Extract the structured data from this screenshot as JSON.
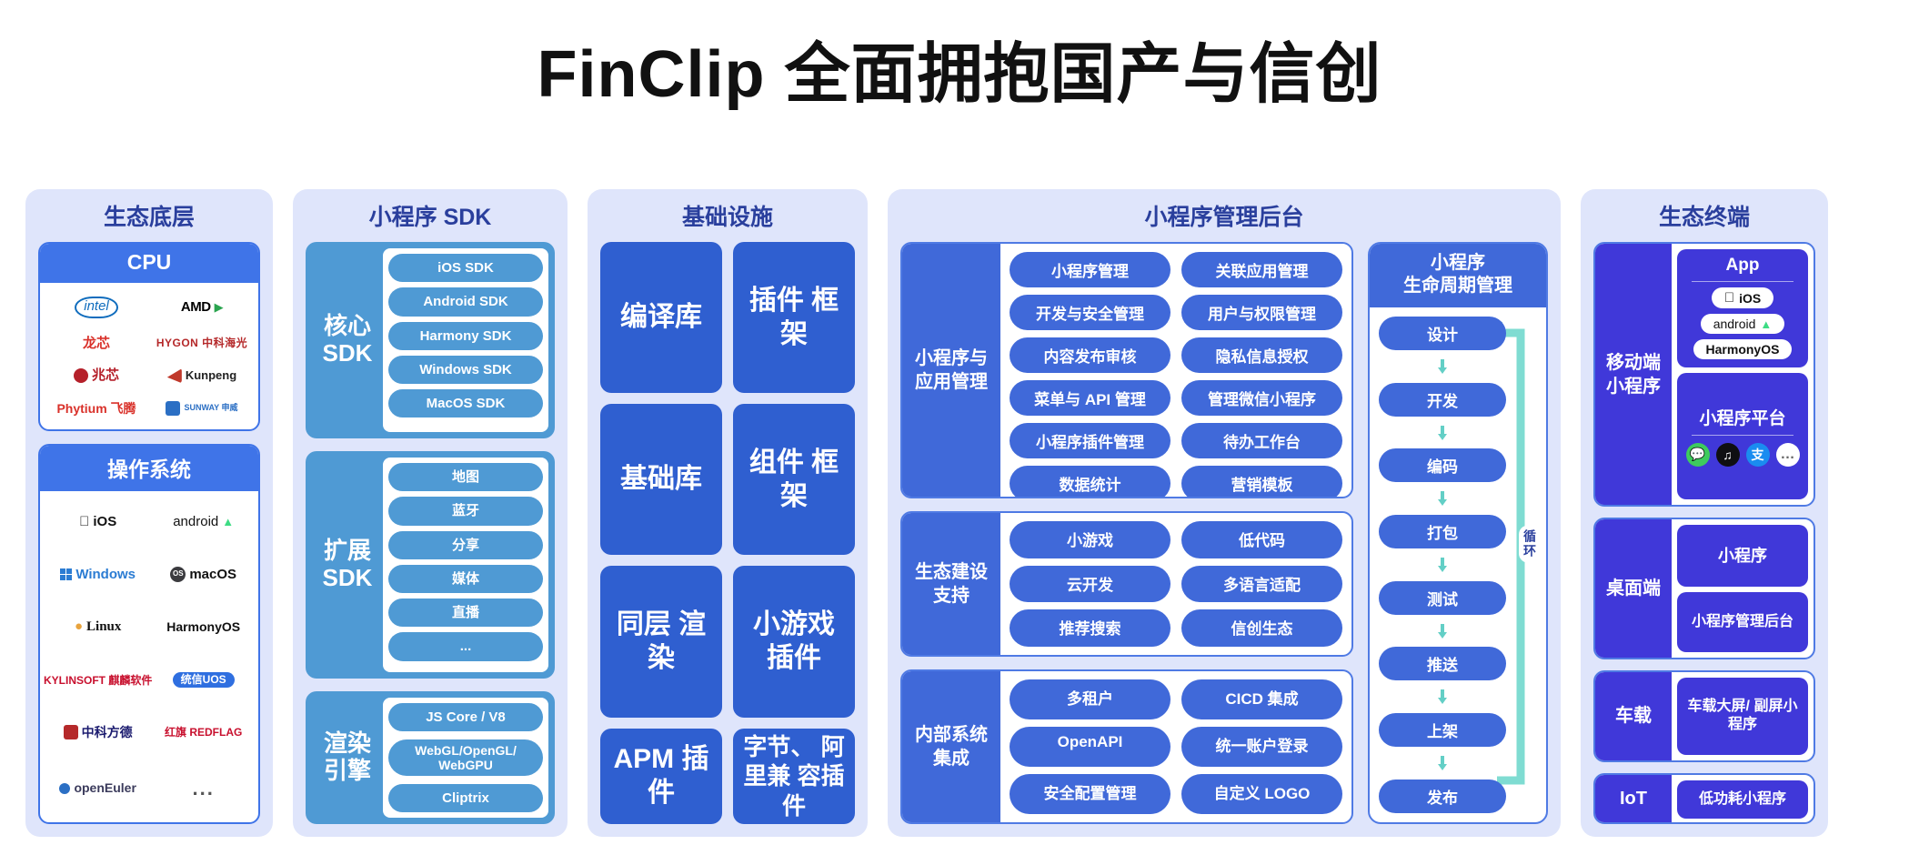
{
  "title": "FinClip 全面拥抱国产与信创",
  "colors": {
    "panel_bg": "#dfe5fb",
    "title_text": "#2a3f9d",
    "blue_primary": "#3f74e8",
    "sdk_blue": "#4f9ad4",
    "infra_blue": "#2f5fd0",
    "admin_blue": "#4069d9",
    "terminal_blue": "#4038d9",
    "arrow_teal": "#63cfc6"
  },
  "columns": {
    "ecosystem_base": {
      "title": "生态底层",
      "cpu": {
        "head": "CPU",
        "logos": [
          "intel",
          "AMD",
          "龙芯",
          "HYGON 中科海光",
          "兆芯",
          "Kunpeng",
          "Phytium 飞腾",
          "SUNWAY 申威"
        ]
      },
      "os": {
        "head": "操作系统",
        "logos": [
          "iOS",
          "android",
          "Windows",
          "macOS",
          "Linux",
          "HarmonyOS",
          "KYLINSOFT 麒麟软件",
          "统信UOS",
          "中科方德",
          "红旗 REDFLAG",
          "openEuler",
          "..."
        ]
      }
    },
    "mini_program_sdk": {
      "title": "小程序 SDK",
      "groups": [
        {
          "label": "核心 SDK",
          "label_lines": [
            "核心",
            "SDK"
          ],
          "items": [
            "iOS SDK",
            "Android SDK",
            "Harmony SDK",
            "Windows SDK",
            "MacOS SDK"
          ]
        },
        {
          "label": "扩展 SDK",
          "label_lines": [
            "扩展",
            "SDK"
          ],
          "items": [
            "地图",
            "蓝牙",
            "分享",
            "媒体",
            "直播",
            "..."
          ]
        },
        {
          "label": "渲染引擎",
          "label_lines": [
            "渲染",
            "引擎"
          ],
          "items": [
            "JS Core / V8",
            "WebGL/OpenGL/ WebGPU",
            "Cliptrix"
          ]
        }
      ]
    },
    "infrastructure": {
      "title": "基础设施",
      "tiles": [
        "编译库",
        "插件 框架",
        "基础库",
        "组件 框架",
        "同层 渲染",
        "小游戏 插件",
        "APM 插件",
        "字节、 阿里兼 容插件"
      ]
    },
    "admin_backend": {
      "title": "小程序管理后台",
      "blocks": [
        {
          "label_lines": [
            "小程序与",
            "应用管理"
          ],
          "items": [
            "小程序管理",
            "关联应用管理",
            "开发与安全管理",
            "用户与权限管理",
            "内容发布审核",
            "隐私信息授权",
            "菜单与 API 管理",
            "管理微信小程序",
            "小程序插件管理",
            "待办工作台",
            "数据统计",
            "营销模板"
          ]
        },
        {
          "label_lines": [
            "生态建设",
            "支持"
          ],
          "items": [
            "小游戏",
            "低代码",
            "云开发",
            "多语言适配",
            "推荐搜索",
            "信创生态"
          ]
        },
        {
          "label_lines": [
            "内部系统",
            "集成"
          ],
          "items": [
            "多租户",
            "CICD 集成",
            "OpenAPI",
            "统一账户登录",
            "安全配置管理",
            "自定义 LOGO"
          ]
        }
      ],
      "lifecycle": {
        "head_lines": [
          "小程序",
          "生命周期管理"
        ],
        "steps": [
          "设计",
          "开发",
          "编码",
          "打包",
          "测试",
          "推送",
          "上架",
          "发布"
        ],
        "loop_label": "循环",
        "loop_label_lines": [
          "循",
          "环"
        ]
      }
    },
    "terminals": {
      "title": "生态终端",
      "blocks": [
        {
          "label_lines": [
            "移动端",
            "小程序"
          ],
          "cards": [
            {
              "title": "App",
              "chips": [
                "iOS",
                "android",
                "HarmonyOS"
              ]
            },
            {
              "title": "小程序平台",
              "icons": [
                "wechat-icon",
                "tiktok-icon",
                "alipay-icon",
                "more-icon"
              ]
            }
          ]
        },
        {
          "label_lines": [
            "桌面端"
          ],
          "simple": [
            "小程序",
            "小程序管理后台"
          ]
        },
        {
          "label_lines": [
            "车载"
          ],
          "simple": [
            "车载大屏/ 副屏小程序"
          ]
        },
        {
          "label_lines": [
            "IoT"
          ],
          "simple": [
            "低功耗小程序"
          ]
        }
      ]
    }
  }
}
